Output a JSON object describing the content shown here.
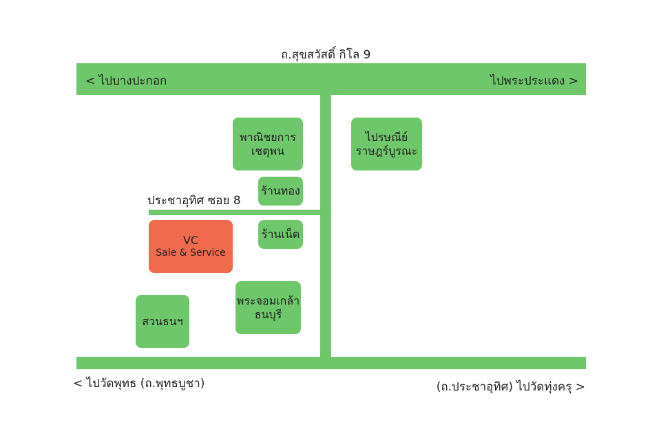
{
  "map": {
    "top_road_title": "ถ.สุขสวัสดิ์ กิโล 9",
    "top_road_left": "< ไปบางปะกอก",
    "top_road_right": "ไปพระประแดง >",
    "soi_label": "ประชาอุทิศ ซอย 8",
    "bottom_left": "< ไปวัดพุทธ (ถ.พุทธบูชา)",
    "bottom_right": "(ถ.ประชาอุทิศ) ไปวัดทุ่งครุ >",
    "colors": {
      "road": "#6fc76b",
      "place": "#6fc76b",
      "highlight": "#f06b4d"
    }
  },
  "places": {
    "commerce": {
      "line1": "พาณิชยการ",
      "line2": "เชตุพน"
    },
    "post_office": {
      "line1": "ไปรษณีย์",
      "line2": "ราษฎร์บูรณะ"
    },
    "gold_shop": {
      "line1": "ร้านทอง"
    },
    "net_shop": {
      "line1": "ร้านเน็ต"
    },
    "vc": {
      "line1": "VC",
      "line2": "Sale & Service"
    },
    "phra_chom_klao": {
      "line1": "พระจอมเกล้า",
      "line2": "ธนบุรี"
    },
    "suan_thon": {
      "line1": "สวนธนฯ"
    }
  }
}
